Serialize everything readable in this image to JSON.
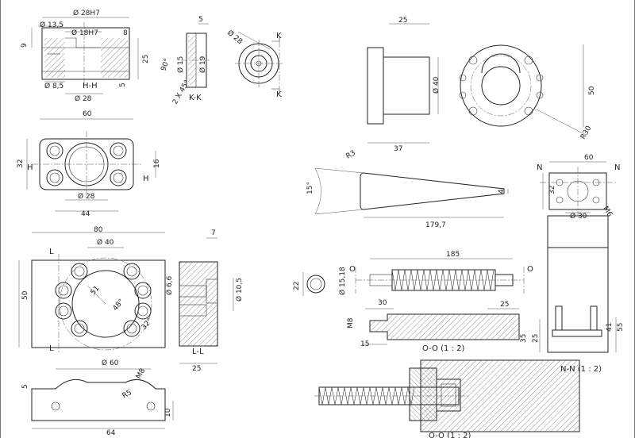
{
  "views": {
    "hh": {
      "section_label": "H-H",
      "dims": {
        "d28h7": "Ø 28H7",
        "d13_5": "Ø 13,5",
        "d18h7": "Ø 18H7",
        "nine": "9",
        "eight": "8",
        "twentyfive": "25",
        "five": "5",
        "d8_5": "Ø 8,5",
        "d28": "Ø 28"
      }
    },
    "kk": {
      "section_label": "K-K",
      "cut_letter": "K",
      "dims": {
        "five": "5",
        "d28": "Ø 28",
        "d15": "Ø 15",
        "d19": "Ø 19",
        "angle": "90°",
        "chamfer": "2 X 45°"
      }
    },
    "flange": {
      "dims": {
        "twentyfive": "25",
        "d40": "Ø 40",
        "thirtyseven": "37",
        "fifty": "50",
        "r30": "R30"
      }
    },
    "block_top": {
      "cut_letter": "H",
      "dims": {
        "sixty": "60",
        "thirtytwo": "32",
        "sixteen": "16",
        "d28": "Ø 28",
        "fortyfour": "44"
      }
    },
    "wedge": {
      "dims": {
        "r3": "R3",
        "angle": "15°",
        "tip": "4",
        "length": "179,7"
      }
    },
    "plate_top": {
      "cut_letter": "N",
      "dims": {
        "sixty": "60",
        "thirtytwo": "32",
        "d30": "Ø 30",
        "m6": "M6"
      }
    },
    "plate": {
      "cut_letter": "L",
      "dims": {
        "eighty": "80",
        "d40": "Ø 40",
        "fifty": "50",
        "r51": "51",
        "a48": "48°",
        "a32": "32°"
      }
    },
    "ll": {
      "section_label": "L-L",
      "dims": {
        "seven": "7",
        "d6_6": "Ø 6,6",
        "d10_5": "Ø 10,5",
        "twentyfive": "25"
      }
    },
    "screw": {
      "cut_letter": "O",
      "dims": {
        "l185": "185",
        "twentytwo": "22",
        "d15": "Ø 15,18"
      }
    },
    "oo": {
      "section_label": "O-O (1 : 2)",
      "dims": {
        "thirty": "30",
        "twentyfive": "25",
        "m8": "M8",
        "fifteen": "15"
      }
    },
    "nn": {
      "section_label": "N-N (1 : 2)",
      "dims": {
        "fiftyfive": "55",
        "fortyone": "41",
        "thirtyfive": "35",
        "twentyfive": "25"
      }
    },
    "clamp": {
      "dims": {
        "d60": "Ø 60",
        "m8": "M8",
        "r5": "R5",
        "five": "5",
        "ten": "10",
        "sixtyfour": "64"
      }
    },
    "assembly": {
      "section_label": "O-O (1 : 2)"
    }
  }
}
